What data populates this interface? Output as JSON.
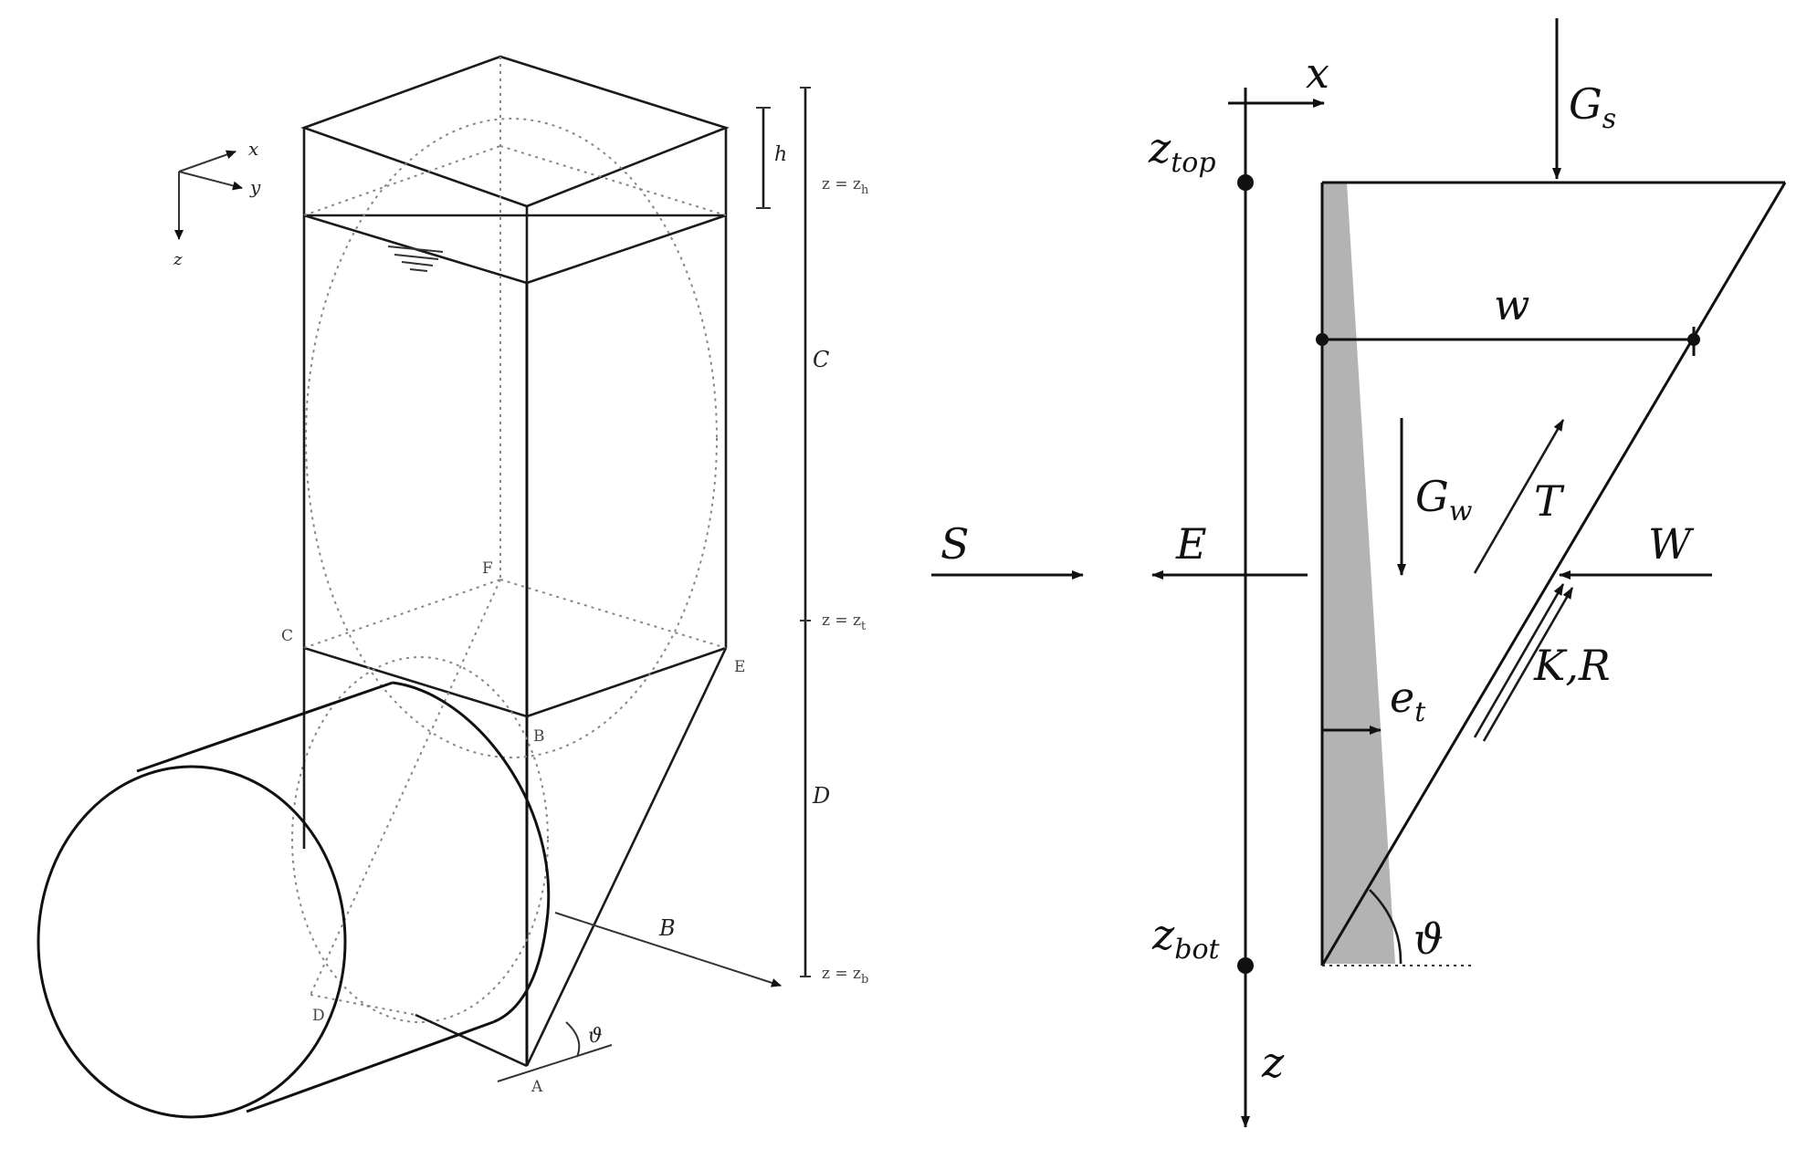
{
  "left_figure": {
    "axes": {
      "x": "x",
      "y": "y",
      "z": "z"
    },
    "dimension_h": "h",
    "dimension_C": "C",
    "dimension_D": "D",
    "dimension_B": "B",
    "level_zh": "z = z",
    "level_zh_sub": "h",
    "level_zt": "z = z",
    "level_zt_sub": "t",
    "level_zb": "z = z",
    "level_zb_sub": "b",
    "points": {
      "A": "A",
      "B": "B",
      "C": "C",
      "D": "D",
      "E": "E",
      "F": "F"
    },
    "angle": "ϑ"
  },
  "right_figure": {
    "x_axis": "x",
    "z_axis": "z",
    "z_top": "z",
    "z_top_sub": "top",
    "z_bot": "z",
    "z_bot_sub": "bot",
    "G_s": "G",
    "G_s_sub": "s",
    "G_w": "G",
    "G_w_sub": "w",
    "w": "w",
    "T": "T",
    "S": "S",
    "E": "E",
    "W": "W",
    "KR": "K,R",
    "e_t": "e",
    "e_t_sub": "t",
    "theta": "ϑ"
  }
}
